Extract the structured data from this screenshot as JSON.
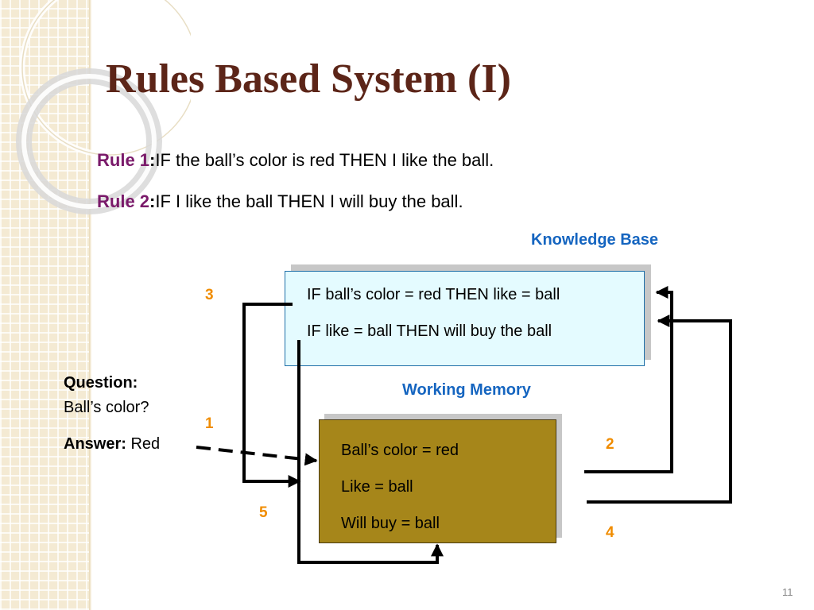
{
  "slide": {
    "title": "Rules Based System (I)",
    "page_number": "11"
  },
  "rules": [
    {
      "label": "Rule 1",
      "colon": ":",
      "text": "IF the ball’s color is red THEN I like the ball."
    },
    {
      "label": "Rule 2",
      "colon": ":",
      "text": "IF I like the ball THEN I will buy the ball."
    }
  ],
  "knowledge_base": {
    "label": "Knowledge Base",
    "lines": [
      "IF ball’s color = red THEN like = ball",
      "IF like = ball THEN will buy the ball"
    ]
  },
  "working_memory": {
    "label": "Working Memory",
    "lines": [
      "Ball’s color = red",
      "Like = ball",
      "Will buy = ball"
    ]
  },
  "question": {
    "label": "Question:",
    "text": "Ball’s color?",
    "answer_label": "Answer:",
    "answer_text": "Red"
  },
  "steps": [
    "1",
    "2",
    "3",
    "4",
    "5"
  ],
  "colors": {
    "title": "#5c2518",
    "rule_label": "#7a1a6a",
    "section_label": "#1565c0",
    "step_number": "#f08c00",
    "kb_fill": "#e4fbff",
    "wm_fill": "#a6861a"
  }
}
